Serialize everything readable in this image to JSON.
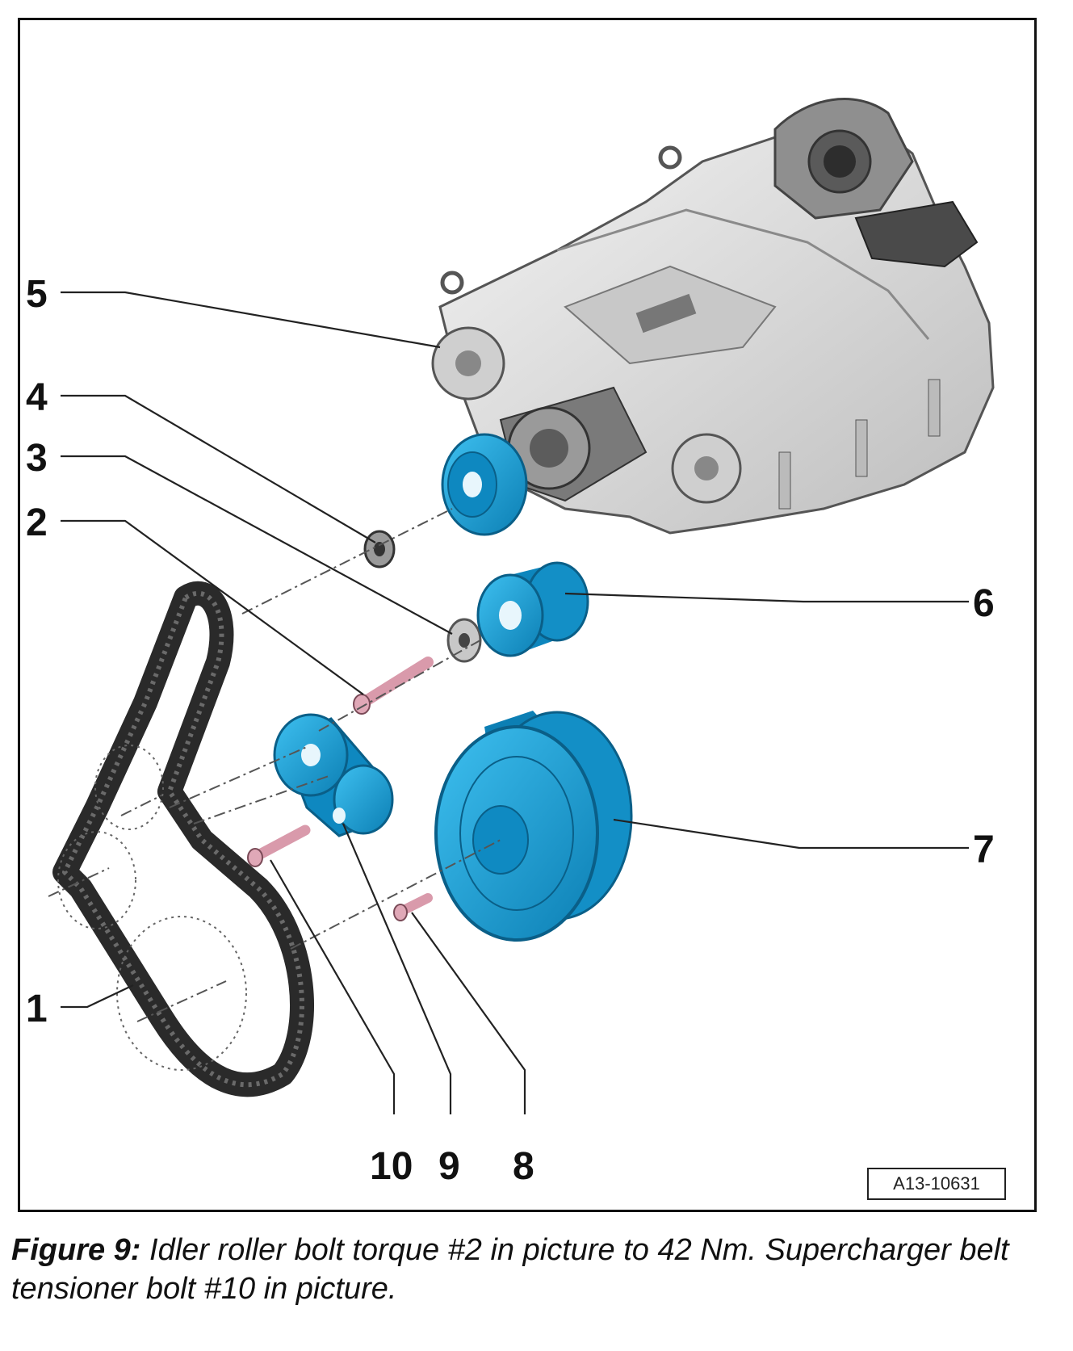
{
  "diagram": {
    "callouts": [
      "1",
      "2",
      "3",
      "4",
      "5",
      "6",
      "7",
      "8",
      "9",
      "10"
    ],
    "reference_code": "A13-10631",
    "colors": {
      "part_blue": "#1aa0d8",
      "belt": "#2a2a2a",
      "bolt_pink": "#d9a0b0",
      "housing": "#dcdcdc"
    }
  },
  "caption": {
    "label": "Figure 9:",
    "text": "Idler roller bolt torque #2 in picture to 42 Nm. Supercharger belt tensioner bolt #10 in picture."
  }
}
